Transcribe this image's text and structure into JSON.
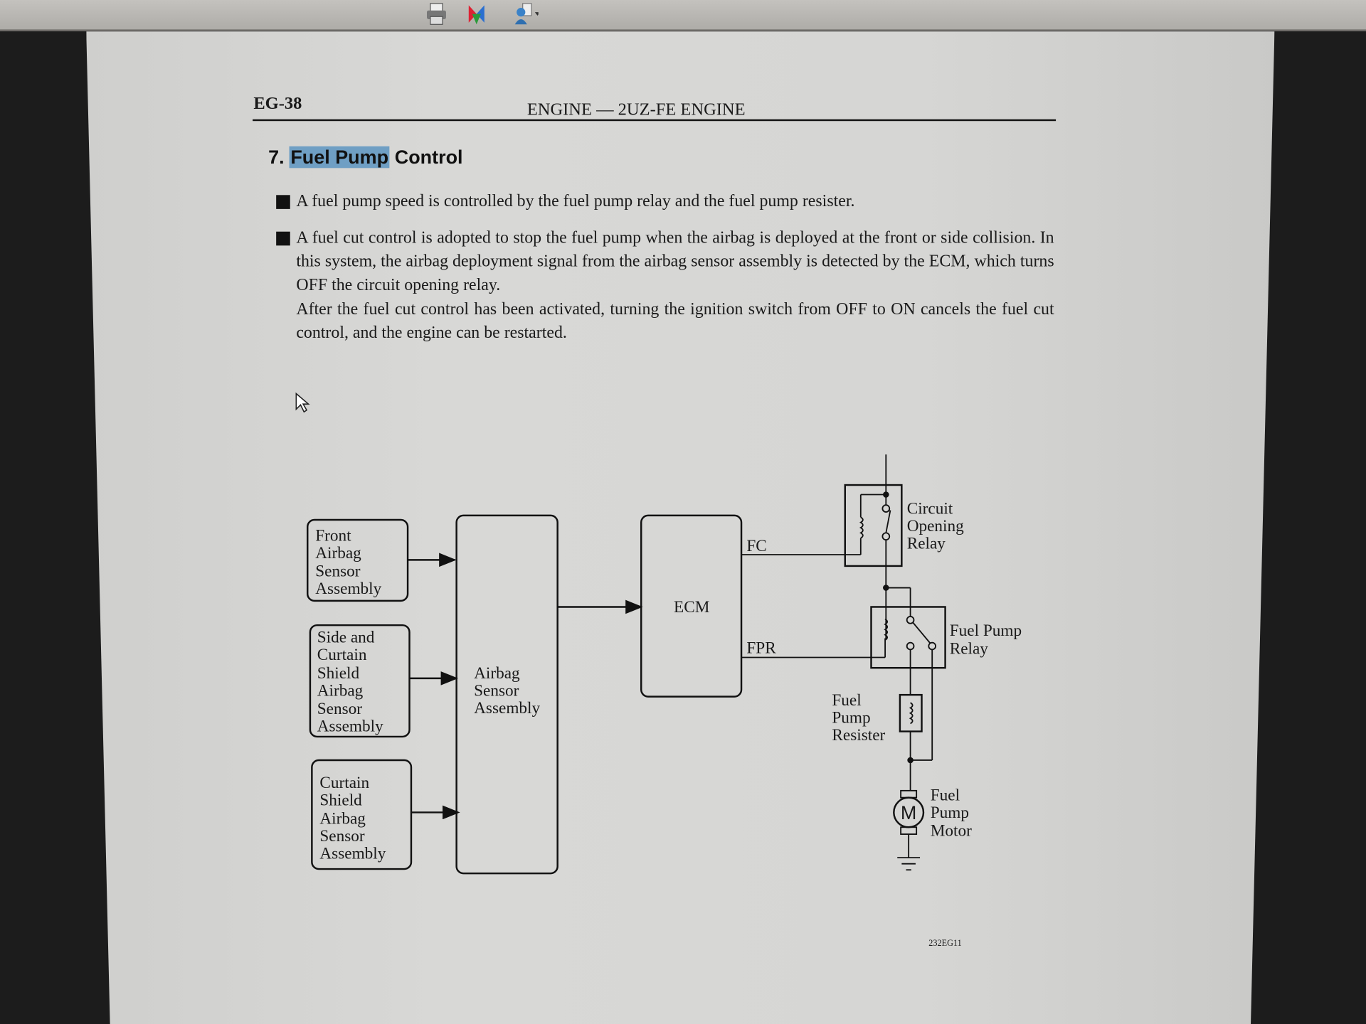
{
  "toolbar": {
    "icons": [
      "printer-icon",
      "collaborate-icon",
      "share-device-icon"
    ]
  },
  "document": {
    "page_number": "EG-38",
    "running_title": "ENGINE — 2UZ-FE ENGINE",
    "section_number": "7.",
    "section_title_highlighted": "Fuel Pump",
    "section_title_rest": "Control",
    "bullet1": "A fuel pump speed is controlled by the fuel pump relay and the fuel pump resister.",
    "bullet2_p1": "A fuel cut control is adopted to stop the fuel pump when the airbag is deployed at the front or side collision. In this system, the airbag deployment signal from the airbag sensor assembly is detected by the ECM, which turns OFF the circuit opening relay.",
    "bullet2_p2": "After the fuel cut control has been activated, turning the ignition switch from OFF to ON cancels the fuel cut control, and the engine can be restarted.",
    "highlight_color": "#6f9fc4"
  },
  "diagram": {
    "front_sensor": [
      "Front",
      "Airbag",
      "Sensor",
      "Assembly"
    ],
    "side_sensor": [
      "Side and",
      "Curtain",
      "Shield",
      "Airbag",
      "Sensor",
      "Assembly"
    ],
    "curtain_sensor": [
      "Curtain",
      "Shield",
      "Airbag",
      "Sensor",
      "Assembly"
    ],
    "airbag_sensor": [
      "Airbag",
      "Sensor",
      "Assembly"
    ],
    "ecm": "ECM",
    "fc": "FC",
    "fpr": "FPR",
    "circuit_opening_relay": [
      "Circuit",
      "Opening",
      "Relay"
    ],
    "fuel_pump_relay": [
      "Fuel Pump",
      "Relay"
    ],
    "fuel_pump_resister": [
      "Fuel",
      "Pump",
      "Resister"
    ],
    "fuel_pump_motor": [
      "Fuel",
      "Pump",
      "Motor"
    ],
    "motor_symbol": "M",
    "figure_code": "232EG11"
  }
}
